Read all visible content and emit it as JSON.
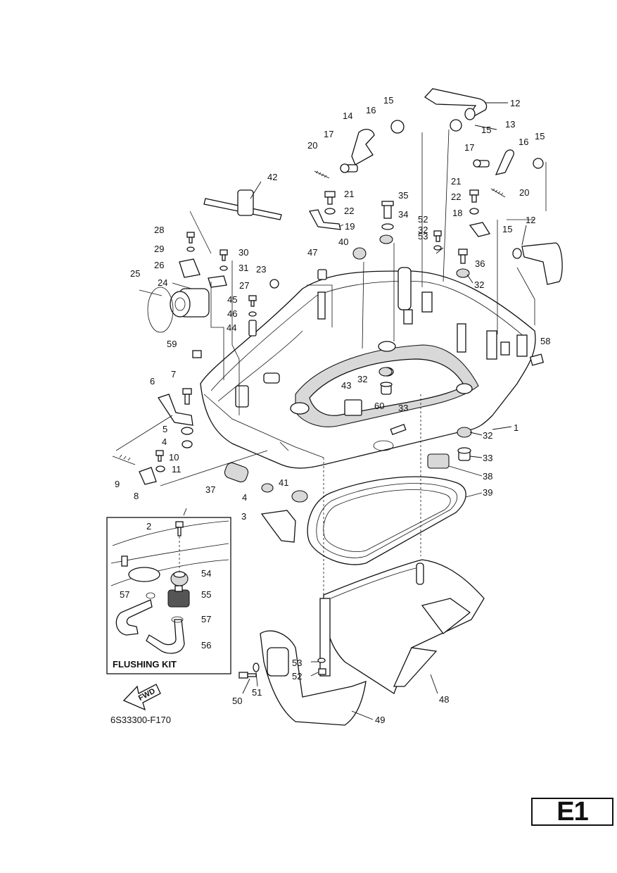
{
  "figure_code": "6S33300-F170",
  "page_tab": "E1",
  "inset_title": "FLUSHING KIT",
  "direction_label": "FWD",
  "callouts": [
    {
      "id": "c1",
      "text": "1"
    },
    {
      "id": "c2",
      "text": "2"
    },
    {
      "id": "c3",
      "text": "3"
    },
    {
      "id": "c4a",
      "text": "4"
    },
    {
      "id": "c4b",
      "text": "4"
    },
    {
      "id": "c5",
      "text": "5"
    },
    {
      "id": "c6",
      "text": "6"
    },
    {
      "id": "c7",
      "text": "7"
    },
    {
      "id": "c8",
      "text": "8"
    },
    {
      "id": "c9",
      "text": "9"
    },
    {
      "id": "c10",
      "text": "10"
    },
    {
      "id": "c11",
      "text": "11"
    },
    {
      "id": "c12a",
      "text": "12"
    },
    {
      "id": "c12b",
      "text": "12"
    },
    {
      "id": "c13",
      "text": "13"
    },
    {
      "id": "c14",
      "text": "14"
    },
    {
      "id": "c15a",
      "text": "15"
    },
    {
      "id": "c15b",
      "text": "15"
    },
    {
      "id": "c15c",
      "text": "15"
    },
    {
      "id": "c15d",
      "text": "15"
    },
    {
      "id": "c16a",
      "text": "16"
    },
    {
      "id": "c16b",
      "text": "16"
    },
    {
      "id": "c17a",
      "text": "17"
    },
    {
      "id": "c17b",
      "text": "17"
    },
    {
      "id": "c18",
      "text": "18"
    },
    {
      "id": "c19",
      "text": "19"
    },
    {
      "id": "c20a",
      "text": "20"
    },
    {
      "id": "c20b",
      "text": "20"
    },
    {
      "id": "c21a",
      "text": "21"
    },
    {
      "id": "c21b",
      "text": "21"
    },
    {
      "id": "c22a",
      "text": "22"
    },
    {
      "id": "c22b",
      "text": "22"
    },
    {
      "id": "c23",
      "text": "23"
    },
    {
      "id": "c24",
      "text": "24"
    },
    {
      "id": "c25",
      "text": "25"
    },
    {
      "id": "c26",
      "text": "26"
    },
    {
      "id": "c27",
      "text": "27"
    },
    {
      "id": "c28",
      "text": "28"
    },
    {
      "id": "c29",
      "text": "29"
    },
    {
      "id": "c30",
      "text": "30"
    },
    {
      "id": "c31",
      "text": "31"
    },
    {
      "id": "c32a",
      "text": "32"
    },
    {
      "id": "c32b",
      "text": "32"
    },
    {
      "id": "c32c",
      "text": "32"
    },
    {
      "id": "c32d",
      "text": "32"
    },
    {
      "id": "c33a",
      "text": "33"
    },
    {
      "id": "c33b",
      "text": "33"
    },
    {
      "id": "c34",
      "text": "34"
    },
    {
      "id": "c35",
      "text": "35"
    },
    {
      "id": "c36",
      "text": "36"
    },
    {
      "id": "c37",
      "text": "37"
    },
    {
      "id": "c38",
      "text": "38"
    },
    {
      "id": "c39",
      "text": "39"
    },
    {
      "id": "c40",
      "text": "40"
    },
    {
      "id": "c41",
      "text": "41"
    },
    {
      "id": "c42",
      "text": "42"
    },
    {
      "id": "c43",
      "text": "43"
    },
    {
      "id": "c44",
      "text": "44"
    },
    {
      "id": "c45",
      "text": "45"
    },
    {
      "id": "c46",
      "text": "46"
    },
    {
      "id": "c47",
      "text": "47"
    },
    {
      "id": "c48",
      "text": "48"
    },
    {
      "id": "c49",
      "text": "49"
    },
    {
      "id": "c50",
      "text": "50"
    },
    {
      "id": "c51",
      "text": "51"
    },
    {
      "id": "c52a",
      "text": "52"
    },
    {
      "id": "c52b",
      "text": "52"
    },
    {
      "id": "c53a",
      "text": "53"
    },
    {
      "id": "c53b",
      "text": "53"
    },
    {
      "id": "c54",
      "text": "54"
    },
    {
      "id": "c55",
      "text": "55"
    },
    {
      "id": "c56",
      "text": "56"
    },
    {
      "id": "c57a",
      "text": "57"
    },
    {
      "id": "c57b",
      "text": "57"
    },
    {
      "id": "c58",
      "text": "58"
    },
    {
      "id": "c59",
      "text": "59"
    },
    {
      "id": "c60",
      "text": "60"
    }
  ]
}
